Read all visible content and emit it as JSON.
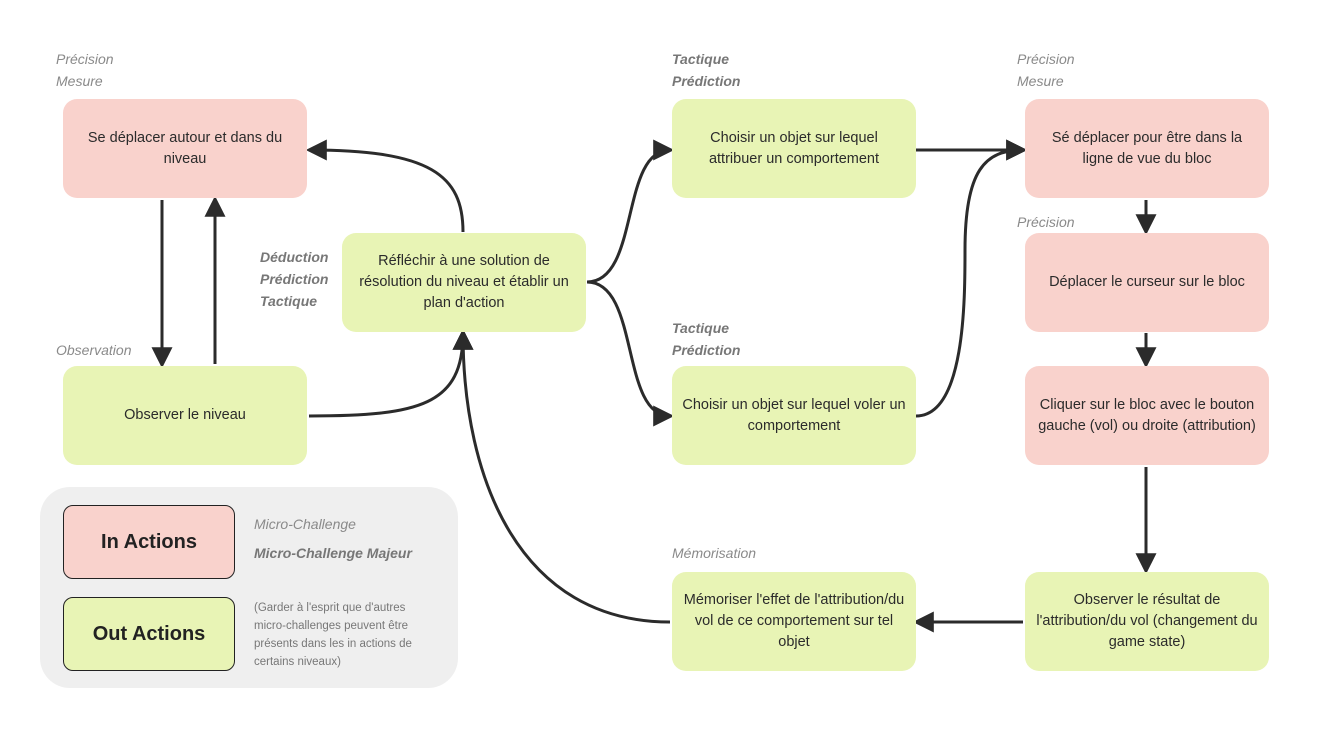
{
  "nodes": {
    "move_around": "Se déplacer autour et dans du niveau",
    "observe_level": "Observer le niveau",
    "think_solution": "Réfléchir à une solution de résolution du niveau et établir un plan d'action",
    "choose_assign": "Choisir un objet sur lequel attribuer un comportement",
    "choose_steal": "Choisir un objet sur lequel voler un comportement",
    "line_of_sight": "Sé déplacer pour être dans la ligne de vue du bloc",
    "move_cursor": "Déplacer le curseur sur le bloc",
    "click_block": "Cliquer sur le bloc avec le bouton gauche (vol) ou droite (attribution)",
    "observe_result": "Observer le résultat de l'attribution/du vol (changement du game state)",
    "memorize": "Mémoriser l'effet de l'attribution/du vol de ce comportement sur tel objet"
  },
  "tags": {
    "move_around": "Précision\nMesure",
    "observe_level": "Observation",
    "think_solution": "Déduction\nPrédiction\nTactique",
    "choose_assign": "Tactique\nPrédiction",
    "choose_steal": "Tactique\nPrédiction",
    "line_of_sight": "Précision\nMesure",
    "move_cursor": "Précision",
    "memorize": "Mémorisation"
  },
  "legend": {
    "in_actions": "In Actions",
    "out_actions": "Out Actions",
    "micro_challenge": "Micro-Challenge",
    "micro_challenge_major": "Micro-Challenge Majeur",
    "note": "(Garder à l'esprit que d'autres micro-challenges peuvent être présents dans les in actions de certains niveaux)"
  },
  "colors": {
    "in_actions": "#f9d2cc",
    "out_actions": "#e8f4b5",
    "arrow": "#2b2b2b",
    "legend_bg": "#efefef"
  }
}
